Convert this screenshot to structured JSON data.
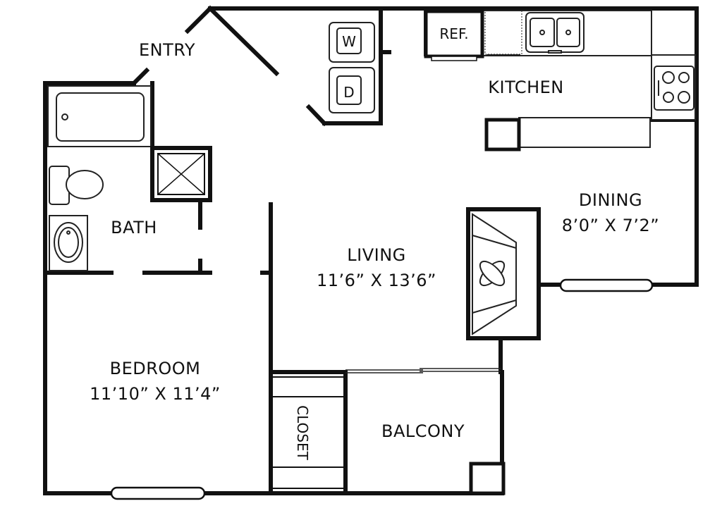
{
  "labels": {
    "entry": "ENTRY",
    "kitchen": "KITCHEN",
    "ref": "REF.",
    "washer": "W",
    "dryer": "D",
    "bath": "BATH",
    "dining": "DINING",
    "dining_dim": "8’0” X 7’2”",
    "living": "LIVING",
    "living_dim": "11’6” X 13’6”",
    "bedroom": "BEDROOM",
    "bedroom_dim": "11’10” X 11’4”",
    "closet": "CLOSET",
    "balcony": "BALCONY"
  },
  "colors": {
    "wall": "#111111",
    "fixture": "#222222",
    "background": "#ffffff"
  }
}
